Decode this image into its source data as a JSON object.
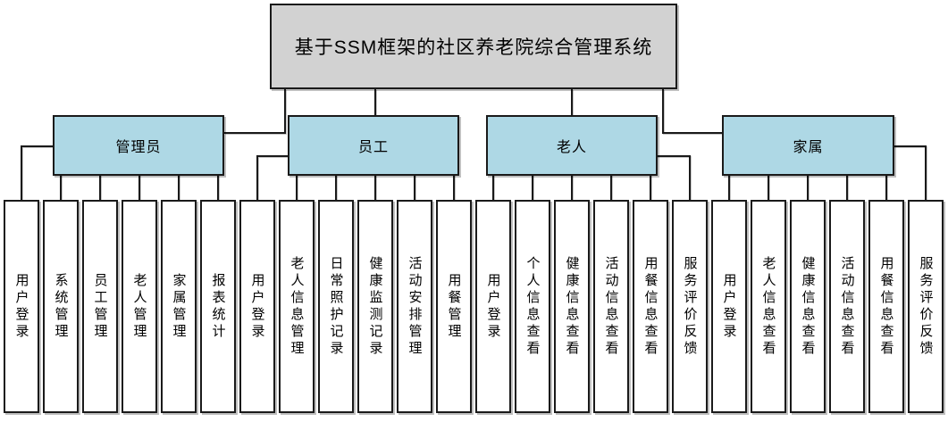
{
  "diagram": {
    "title": "基于SSM框架的社区养老院综合管理系统",
    "groups": [
      {
        "label": "管理员",
        "children": [
          "用户登录",
          "系统管理",
          "员工管理",
          "老人管理",
          "家属管理",
          "报表统计"
        ]
      },
      {
        "label": "员工",
        "children": [
          "用户登录",
          "老人信息管理",
          "日常照护记录",
          "健康监测记录",
          "活动安排管理",
          "用餐管理"
        ]
      },
      {
        "label": "老人",
        "children": [
          "用户登录",
          "个人信息查看",
          "健康信息查看",
          "活动信息查看",
          "用餐信息查看",
          "服务评价反馈"
        ]
      },
      {
        "label": "家属",
        "children": [
          "用户登录",
          "老人信息查看",
          "健康信息查看",
          "活动信息查看",
          "用餐信息查看",
          "服务评价反馈"
        ]
      }
    ],
    "colors": {
      "background": "#ffffff",
      "root_fill": "#d2d2d2",
      "group_fill": "#aed8e5",
      "leaf_fill": "#ffffff",
      "border": "#1a1a1a",
      "connector": "#1a1a1a",
      "text": "#000000"
    }
  }
}
